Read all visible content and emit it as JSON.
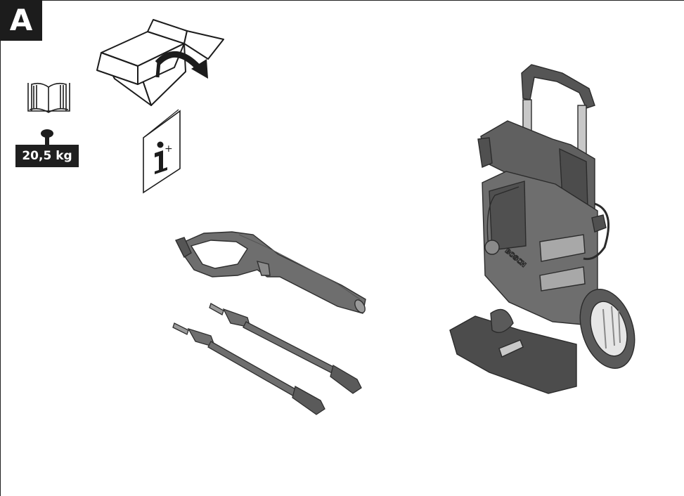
{
  "figure": {
    "label": "A",
    "weight": "20,5 kg",
    "brand_text": "BOSCH"
  },
  "icons": {
    "manual": "open-book-icon",
    "weight": "weight-icon",
    "box": "open-box-icon",
    "info_leaflet": "info-leaflet-icon",
    "leaflet_text": "i+"
  },
  "colors": {
    "ink": "#1c1c1c",
    "product_dark": "#505050",
    "product_mid": "#6e6e6e",
    "product_light": "#9a9a9a"
  }
}
